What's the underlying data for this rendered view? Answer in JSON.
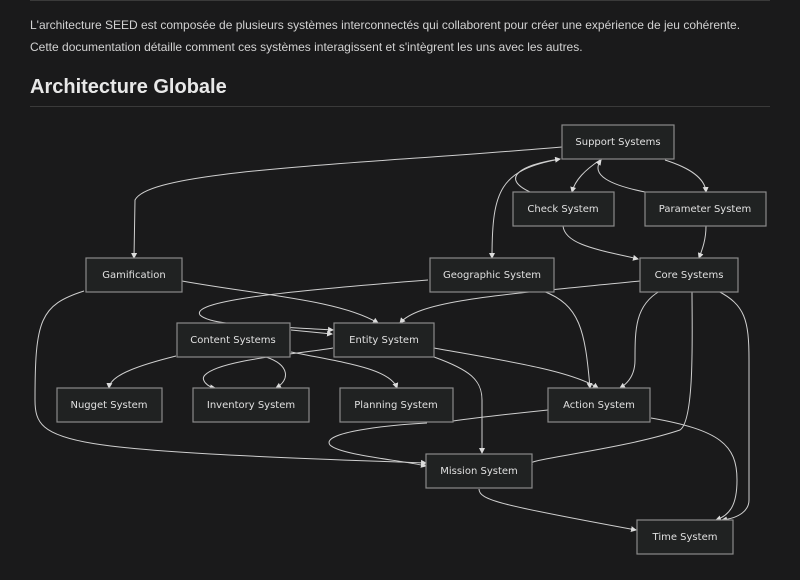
{
  "intro": {
    "line1": "L'architecture SEED est composée de plusieurs systèmes interconnectés qui collaborent pour créer une expérience de jeu cohérente.",
    "line2": "Cette documentation détaille comment ces systèmes interagissent et s'intègrent les uns avec les autres."
  },
  "heading": "Architecture Globale",
  "diagram": {
    "type": "flowchart",
    "colors": {
      "background": "#1a1a1b",
      "node_fill": "#202222",
      "node_stroke": "#8a8a8a",
      "edge": "#cfcfcf",
      "text": "#e0e0e0"
    },
    "nodes": {
      "support": "Support Systems",
      "check": "Check System",
      "parameter": "Parameter System",
      "gamification": "Gamification",
      "geographic": "Geographic System",
      "core": "Core Systems",
      "content": "Content Systems",
      "entity": "Entity System",
      "nugget": "Nugget System",
      "inventory": "Inventory System",
      "planning": "Planning System",
      "action": "Action System",
      "mission": "Mission System",
      "time": "Time System"
    },
    "edges": [
      [
        "Support Systems",
        "Gamification"
      ],
      [
        "Support Systems",
        "Geographic System"
      ],
      [
        "Support Systems",
        "Check System"
      ],
      [
        "Support Systems",
        "Parameter System"
      ],
      [
        "Check System",
        "Support Systems"
      ],
      [
        "Parameter System",
        "Support Systems"
      ],
      [
        "Check System",
        "Core Systems"
      ],
      [
        "Parameter System",
        "Core Systems"
      ],
      [
        "Gamification",
        "Entity System"
      ],
      [
        "Gamification",
        "Mission System"
      ],
      [
        "Geographic System",
        "Entity System"
      ],
      [
        "Geographic System",
        "Action System"
      ],
      [
        "Core Systems",
        "Entity System"
      ],
      [
        "Core Systems",
        "Action System"
      ],
      [
        "Core Systems",
        "Mission System"
      ],
      [
        "Core Systems",
        "Time System"
      ],
      [
        "Content Systems",
        "Entity System"
      ],
      [
        "Content Systems",
        "Nugget System"
      ],
      [
        "Content Systems",
        "Inventory System"
      ],
      [
        "Content Systems",
        "Planning System"
      ],
      [
        "Entity System",
        "Inventory System"
      ],
      [
        "Entity System",
        "Action System"
      ],
      [
        "Entity System",
        "Mission System"
      ],
      [
        "Planning System",
        "Mission System"
      ],
      [
        "Action System",
        "Mission System"
      ],
      [
        "Action System",
        "Time System"
      ],
      [
        "Mission System",
        "Time System"
      ]
    ]
  }
}
